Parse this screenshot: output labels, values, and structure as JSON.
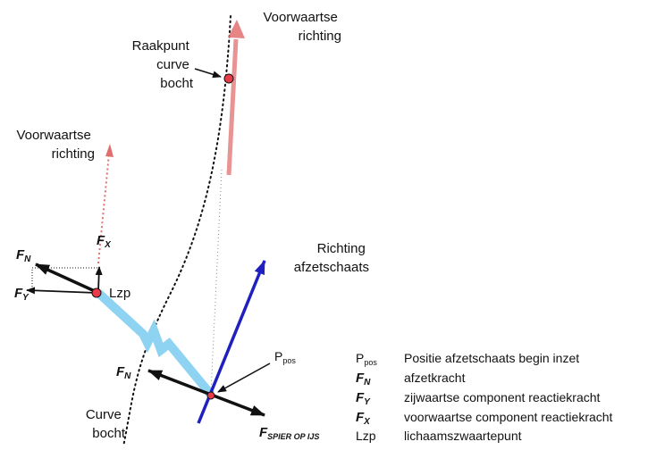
{
  "labels": {
    "forward_top": [
      "Voorwaartse",
      "richting"
    ],
    "forward_left": [
      "Voorwaartse",
      "richting"
    ],
    "tangent_point": [
      "Raakpunt",
      "curve",
      "bocht"
    ],
    "push_direction": [
      "Richting",
      "afzetschaats"
    ],
    "curve": [
      "Curve",
      "bocht"
    ],
    "lzp": "Lzp",
    "ppos": {
      "main": "P",
      "sub": "pos"
    },
    "fn": {
      "main": "F",
      "sub": "N"
    },
    "fx": {
      "main": "F",
      "sub": "X"
    },
    "fy": {
      "main": "F",
      "sub": "Y"
    },
    "fspier": {
      "main": "F",
      "sub": "SPIER OP IJS"
    }
  },
  "legend": [
    {
      "symbol": "P",
      "sub": "pos",
      "style": "plain",
      "text": "Positie afzetschaats begin inzet"
    },
    {
      "symbol": "F",
      "sub": "N",
      "style": "bold-italic",
      "text": "afzetkracht"
    },
    {
      "symbol": "F",
      "sub": "Y",
      "style": "bold-italic",
      "text": "zijwaartse component reactiekracht"
    },
    {
      "symbol": "F",
      "sub": "X",
      "style": "bold-italic",
      "text": "voorwaartse component reactiekracht"
    },
    {
      "symbol": "Lzp",
      "sub": "",
      "style": "plain",
      "text": "lichaamszwaartepunt"
    }
  ],
  "colors": {
    "forward_arrow": "#e07070",
    "push_arrow": "#2020c0",
    "leg": "#8fd3f3",
    "point_fill": "#e83a4a",
    "black": "#111111"
  }
}
